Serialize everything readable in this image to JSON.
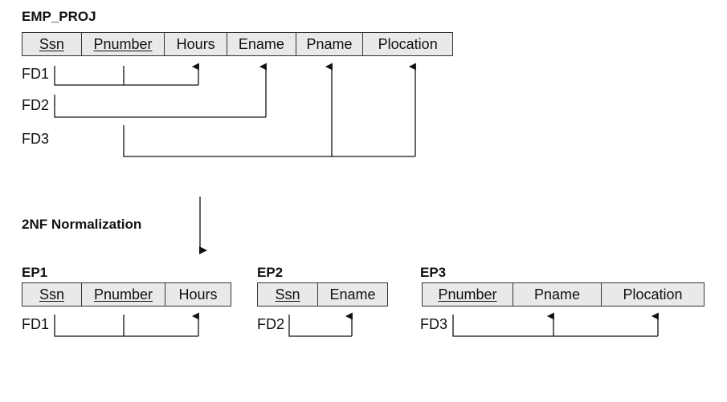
{
  "emp_proj": {
    "name": "EMP_PROJ",
    "attributes": [
      {
        "name": "Ssn",
        "key": true
      },
      {
        "name": "Pnumber",
        "key": true
      },
      {
        "name": "Hours",
        "key": false
      },
      {
        "name": "Ename",
        "key": false
      },
      {
        "name": "Pname",
        "key": false
      },
      {
        "name": "Plocation",
        "key": false
      }
    ],
    "fds": [
      {
        "label": "FD1",
        "from": [
          "Ssn",
          "Pnumber"
        ],
        "to": [
          "Hours"
        ]
      },
      {
        "label": "FD2",
        "from": [
          "Ssn"
        ],
        "to": [
          "Ename"
        ]
      },
      {
        "label": "FD3",
        "from": [
          "Pnumber"
        ],
        "to": [
          "Pname",
          "Plocation"
        ]
      }
    ]
  },
  "normalization_label": "2NF Normalization",
  "ep1": {
    "name": "EP1",
    "attributes": [
      {
        "name": "Ssn",
        "key": true
      },
      {
        "name": "Pnumber",
        "key": true
      },
      {
        "name": "Hours",
        "key": false
      }
    ],
    "fd_label": "FD1"
  },
  "ep2": {
    "name": "EP2",
    "attributes": [
      {
        "name": "Ssn",
        "key": true
      },
      {
        "name": "Ename",
        "key": false
      }
    ],
    "fd_label": "FD2"
  },
  "ep3": {
    "name": "EP3",
    "attributes": [
      {
        "name": "Pnumber",
        "key": true
      },
      {
        "name": "Pname",
        "key": false
      },
      {
        "name": "Plocation",
        "key": false
      }
    ],
    "fd_label": "FD3"
  }
}
